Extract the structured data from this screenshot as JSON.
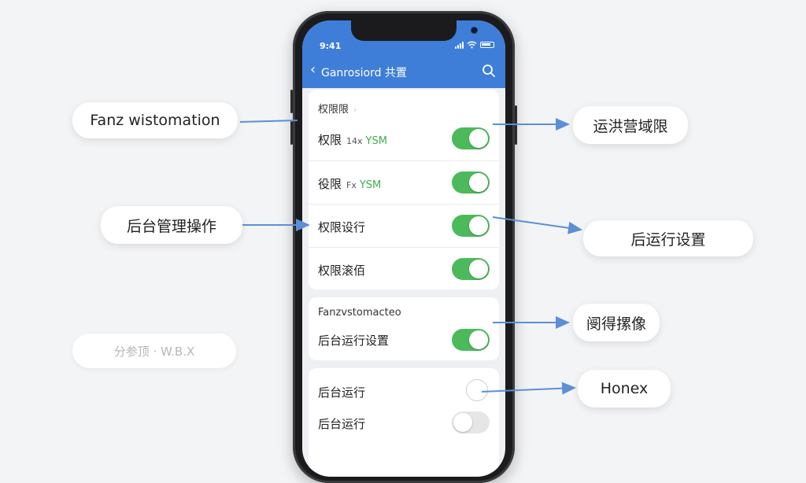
{
  "status_bar": {
    "time": "9:41"
  },
  "nav": {
    "back_glyph": "‹",
    "title": "Ganrosiord 共置",
    "search_icon": "search-icon"
  },
  "card1": {
    "title": "权限限",
    "rows": [
      {
        "label": "权限",
        "sub": "14x",
        "tag": "YSM",
        "on": true
      },
      {
        "label": "役限",
        "sub": "Fx",
        "tag": "YSM",
        "on": true
      },
      {
        "label": "权限设行",
        "on": true
      },
      {
        "label": "权限滚佰",
        "on": true
      }
    ]
  },
  "card2": {
    "title": "Fanzvstomacteo",
    "rows": [
      {
        "label": "后台运行设置",
        "on": true
      }
    ]
  },
  "card3": {
    "rows": [
      {
        "label": "后台运行",
        "control": "radio",
        "on": false
      },
      {
        "label": "后台运行",
        "control": "toggle",
        "on": false
      }
    ]
  },
  "callouts": {
    "left_top": "Fanz wistomation",
    "left_mid": "后台管理操作",
    "left_bottom": "分参顶 · W.B.X",
    "right_1": "运洪营域限",
    "right_2": "后运行设置",
    "right_3": "阌得摞像",
    "right_4": "Honex"
  },
  "colors": {
    "header": "#3f7ed8",
    "toggle_on": "#4cba5a",
    "arrow": "#5b8fd6"
  }
}
